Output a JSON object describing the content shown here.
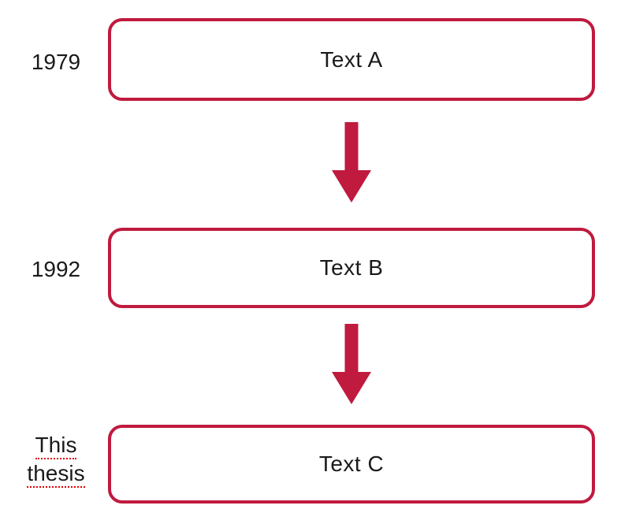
{
  "diagram": {
    "title_hint": "timeline flow diagram",
    "accent_color": "#c01a3e",
    "squiggle_color": "#e00000",
    "text_color": "#1a1a1a",
    "background_color": "#ffffff",
    "rows": [
      {
        "label": "1979",
        "box": "Text A"
      },
      {
        "label": "1992",
        "box": "Text B"
      },
      {
        "label_line1": "This",
        "label_line2": "thesis",
        "box": "Text C"
      }
    ],
    "arrow_count": 2,
    "arrow_direction": "down"
  }
}
